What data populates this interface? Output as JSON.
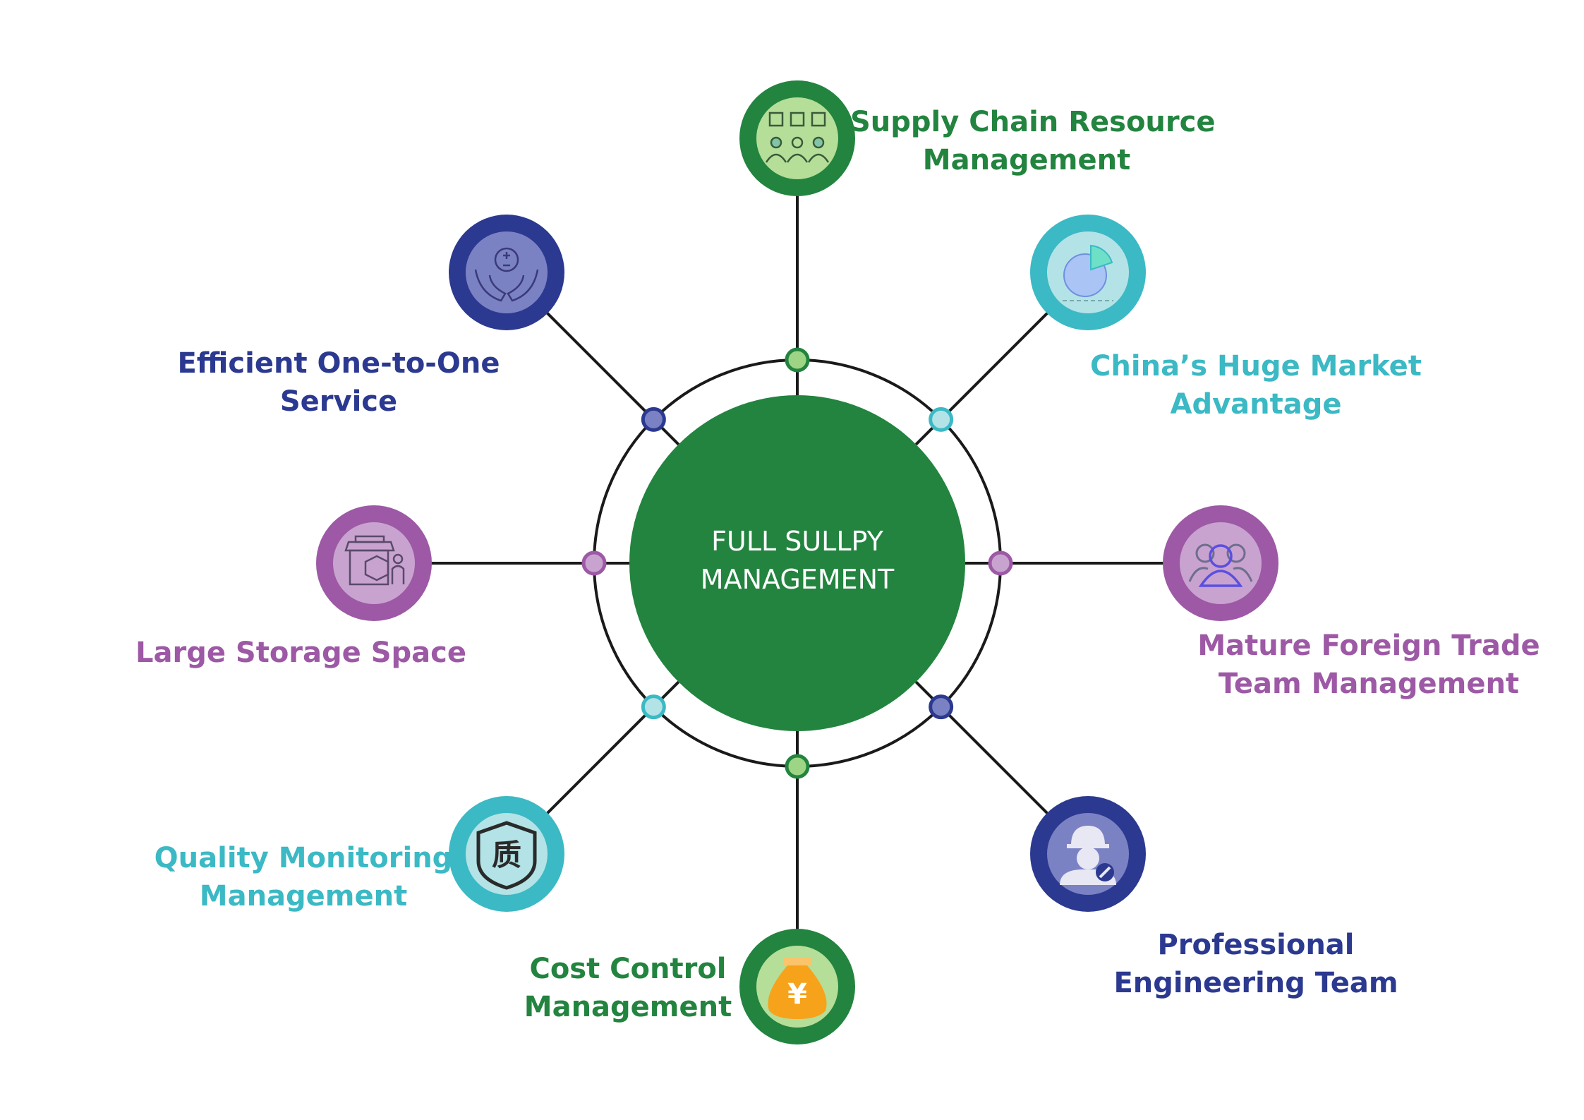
{
  "diagram": {
    "center": {
      "line1": "FULL SULLPY",
      "line2": "MANAGEMENT",
      "color": "#22843f"
    },
    "colors": {
      "green": "#22843f",
      "green_light": "#b5de98",
      "green_node": "#9ed585",
      "navy": "#2b3990",
      "navy_light": "#7b82c4",
      "teal": "#3bb9c4",
      "teal_light": "#b3e3e6",
      "purple": "#9d59a5",
      "purple_light": "#c9a3cf",
      "orange": "#f7a21b",
      "line": "#1a1a1a"
    },
    "nodes": [
      {
        "id": "supply-chain",
        "line1": "Supply Chain Resource",
        "line2": "Management",
        "icon": "people-boxes-icon",
        "theme": "green"
      },
      {
        "id": "china-market",
        "line1": "China’s Huge Market",
        "line2": "Advantage",
        "icon": "pie-chart-icon",
        "theme": "teal"
      },
      {
        "id": "foreign-trade",
        "line1": "Mature Foreign Trade",
        "line2": "Team Management",
        "icon": "team-icon",
        "theme": "purple"
      },
      {
        "id": "engineering",
        "line1": "Professional",
        "line2": "Engineering Team",
        "icon": "engineer-icon",
        "theme": "navy"
      },
      {
        "id": "cost-control",
        "line1": "Cost Control",
        "line2": "Management",
        "icon": "money-bag-icon",
        "theme": "green",
        "glyph": "¥"
      },
      {
        "id": "quality",
        "line1": "Quality Monitoring",
        "line2": "Management",
        "icon": "quality-shield-icon",
        "theme": "teal",
        "glyph": "质"
      },
      {
        "id": "storage",
        "line1": "Large Storage Space",
        "line2": "",
        "icon": "storage-shop-icon",
        "theme": "purple"
      },
      {
        "id": "service",
        "line1": "Efficient One-to-One",
        "line2": "Service",
        "icon": "caring-hands-icon",
        "theme": "navy"
      }
    ]
  }
}
